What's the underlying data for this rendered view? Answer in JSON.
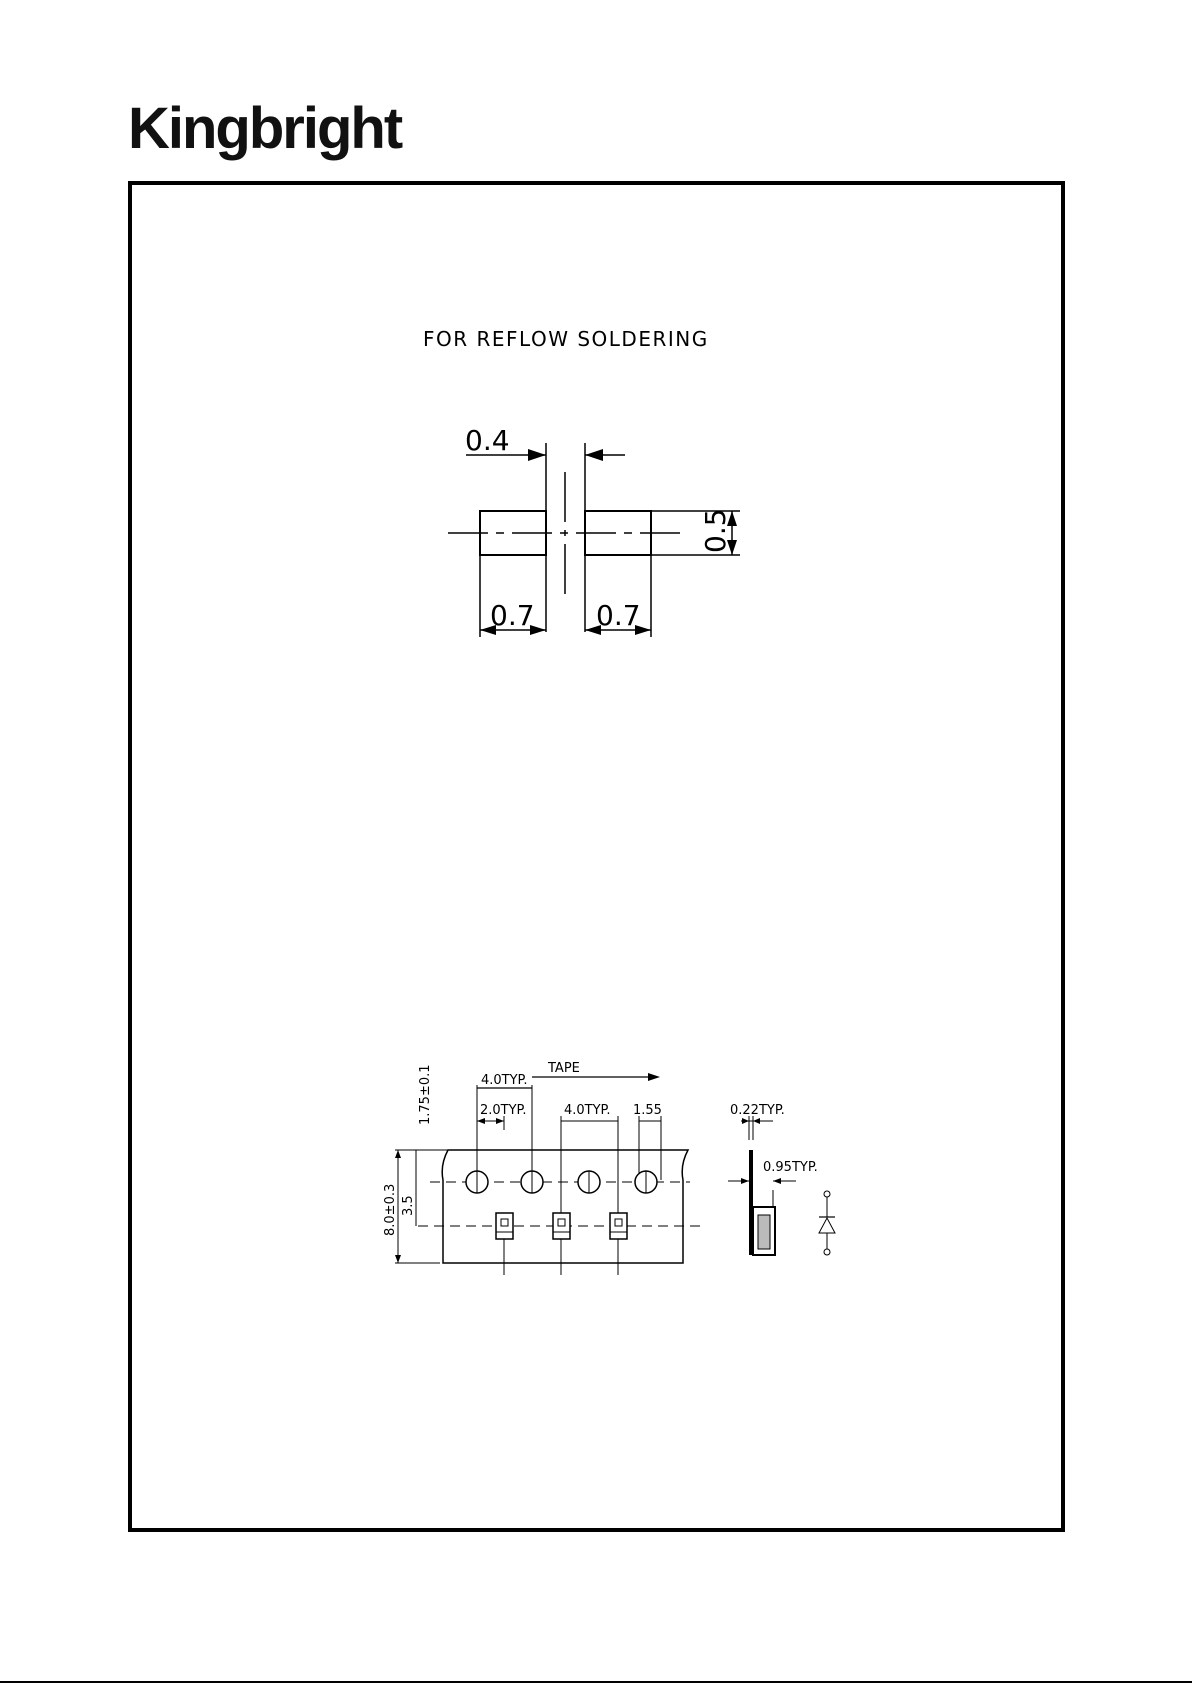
{
  "brand": {
    "name": "Kingbright"
  },
  "pad_drawing": {
    "title": "FOR REFLOW SOLDERING",
    "dim_gap": "0.4",
    "dim_height": "0.5",
    "dim_pad_left": "0.7",
    "dim_pad_right": "0.7"
  },
  "tape_drawing": {
    "label_tape": "TAPE",
    "dim_pitch_top": "4.0TYP.",
    "dim_hole_offset": "2.0TYP.",
    "dim_pocket_pitch": "4.0TYP.",
    "dim_hole_dia": "1.55",
    "dim_edge": "1.75±0.1",
    "dim_width": "8.0±0.3",
    "dim_center": "3.5",
    "dim_thickness": "0.22TYP.",
    "dim_depth": "0.95TYP."
  }
}
